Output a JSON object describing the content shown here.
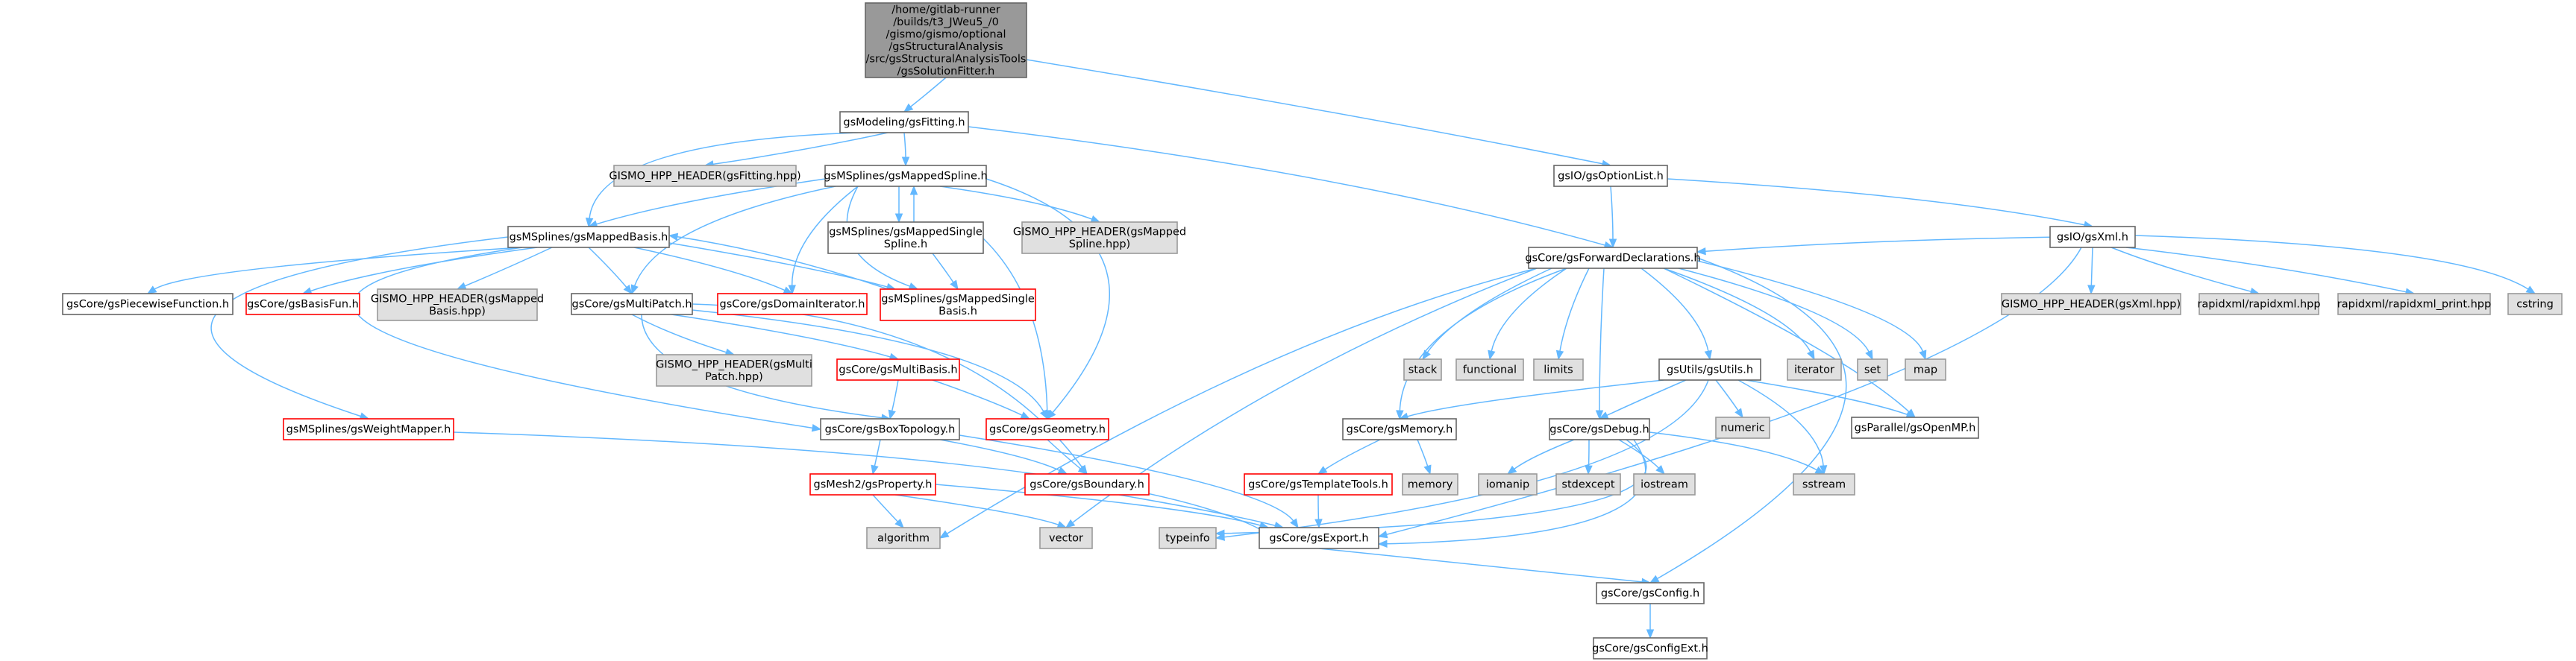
{
  "colors": {
    "edge": "#63b8ff",
    "normal_fill": "#ffffff",
    "normal_stroke": "#666666",
    "external_fill": "#e0e0e0",
    "external_stroke": "#999999",
    "truncated_stroke": "#ff0000",
    "root_fill": "#999999",
    "root_stroke": "#666666",
    "text": "#000000"
  },
  "nodes": [
    {
      "id": "root",
      "kind": "root",
      "lines": [
        "/home/gitlab-runner",
        "/builds/t3_JWeu5_/0",
        "/gismo/gismo/optional",
        "/gsStructuralAnalysis",
        "/src/gsStructuralAnalysisTools",
        "/gsSolutionFitter.h"
      ]
    },
    {
      "id": "fitting",
      "kind": "normal",
      "lines": [
        "gsModeling/gsFitting.h"
      ]
    },
    {
      "id": "optionlist",
      "kind": "normal",
      "lines": [
        "gsIO/gsOptionList.h"
      ]
    },
    {
      "id": "fitting_hpp",
      "kind": "external",
      "lines": [
        "GISMO_HPP_HEADER(gsFitting.hpp)"
      ]
    },
    {
      "id": "mappedspline",
      "kind": "normal",
      "lines": [
        "gsMSplines/gsMappedSpline.h"
      ]
    },
    {
      "id": "gsxml",
      "kind": "normal",
      "lines": [
        "gsIO/gsXml.h"
      ]
    },
    {
      "id": "mappedbasis",
      "kind": "normal",
      "lines": [
        "gsMSplines/gsMappedBasis.h"
      ]
    },
    {
      "id": "mappedsinglespline",
      "kind": "normal",
      "lines": [
        "gsMSplines/gsMappedSingle",
        "Spline.h"
      ]
    },
    {
      "id": "mappedspline_hpp",
      "kind": "external",
      "lines": [
        "GISMO_HPP_HEADER(gsMapped",
        "Spline.hpp)"
      ]
    },
    {
      "id": "fwddecl",
      "kind": "normal",
      "lines": [
        "gsCore/gsForwardDeclarations.h"
      ]
    },
    {
      "id": "xml_hpp",
      "kind": "external",
      "lines": [
        "GISMO_HPP_HEADER(gsXml.hpp)"
      ]
    },
    {
      "id": "rapidxml",
      "kind": "external",
      "lines": [
        "rapidxml/rapidxml.hpp"
      ]
    },
    {
      "id": "rapidxml_print",
      "kind": "external",
      "lines": [
        "rapidxml/rapidxml_print.hpp"
      ]
    },
    {
      "id": "cstring",
      "kind": "external",
      "lines": [
        "cstring"
      ]
    },
    {
      "id": "piecewise",
      "kind": "normal",
      "lines": [
        "gsCore/gsPiecewiseFunction.h"
      ]
    },
    {
      "id": "basisfun",
      "kind": "truncated",
      "lines": [
        "gsCore/gsBasisFun.h"
      ]
    },
    {
      "id": "mappedbasis_hpp",
      "kind": "external",
      "lines": [
        "GISMO_HPP_HEADER(gsMapped",
        "Basis.hpp)"
      ]
    },
    {
      "id": "multipatch",
      "kind": "normal",
      "lines": [
        "gsCore/gsMultiPatch.h"
      ]
    },
    {
      "id": "domainiter",
      "kind": "truncated",
      "lines": [
        "gsCore/gsDomainIterator.h"
      ]
    },
    {
      "id": "mappedsinglebasis",
      "kind": "truncated",
      "lines": [
        "gsMSplines/gsMappedSingle",
        "Basis.h"
      ]
    },
    {
      "id": "stack",
      "kind": "external",
      "lines": [
        "stack"
      ]
    },
    {
      "id": "functional",
      "kind": "external",
      "lines": [
        "functional"
      ]
    },
    {
      "id": "limits",
      "kind": "external",
      "lines": [
        "limits"
      ]
    },
    {
      "id": "gsutils",
      "kind": "normal",
      "lines": [
        "gsUtils/gsUtils.h"
      ]
    },
    {
      "id": "iterator",
      "kind": "external",
      "lines": [
        "iterator"
      ]
    },
    {
      "id": "set",
      "kind": "external",
      "lines": [
        "set"
      ]
    },
    {
      "id": "map",
      "kind": "external",
      "lines": [
        "map"
      ]
    },
    {
      "id": "multipatch_hpp",
      "kind": "external",
      "lines": [
        "GISMO_HPP_HEADER(gsMulti",
        "Patch.hpp)"
      ]
    },
    {
      "id": "multibasis",
      "kind": "truncated",
      "lines": [
        "gsCore/gsMultiBasis.h"
      ]
    },
    {
      "id": "numeric",
      "kind": "external",
      "lines": [
        "numeric"
      ]
    },
    {
      "id": "openmp",
      "kind": "normal",
      "lines": [
        "gsParallel/gsOpenMP.h"
      ]
    },
    {
      "id": "weightmapper",
      "kind": "truncated",
      "lines": [
        "gsMSplines/gsWeightMapper.h"
      ]
    },
    {
      "id": "boxtopology",
      "kind": "normal",
      "lines": [
        "gsCore/gsBoxTopology.h"
      ]
    },
    {
      "id": "geometry",
      "kind": "truncated",
      "lines": [
        "gsCore/gsGeometry.h"
      ]
    },
    {
      "id": "memory_h",
      "kind": "normal",
      "lines": [
        "gsCore/gsMemory.h"
      ]
    },
    {
      "id": "debug",
      "kind": "normal",
      "lines": [
        "gsCore/gsDebug.h"
      ]
    },
    {
      "id": "property",
      "kind": "truncated",
      "lines": [
        "gsMesh2/gsProperty.h"
      ]
    },
    {
      "id": "boundary",
      "kind": "truncated",
      "lines": [
        "gsCore/gsBoundary.h"
      ]
    },
    {
      "id": "templatetools",
      "kind": "truncated",
      "lines": [
        "gsCore/gsTemplateTools.h"
      ]
    },
    {
      "id": "memory",
      "kind": "external",
      "lines": [
        "memory"
      ]
    },
    {
      "id": "iomanip",
      "kind": "external",
      "lines": [
        "iomanip"
      ]
    },
    {
      "id": "stdexcept",
      "kind": "external",
      "lines": [
        "stdexcept"
      ]
    },
    {
      "id": "iostream",
      "kind": "external",
      "lines": [
        "iostream"
      ]
    },
    {
      "id": "sstream",
      "kind": "external",
      "lines": [
        "sstream"
      ]
    },
    {
      "id": "algorithm",
      "kind": "external",
      "lines": [
        "algorithm"
      ]
    },
    {
      "id": "vector",
      "kind": "external",
      "lines": [
        "vector"
      ]
    },
    {
      "id": "typeinfo",
      "kind": "external",
      "lines": [
        "typeinfo"
      ]
    },
    {
      "id": "export",
      "kind": "normal",
      "lines": [
        "gsCore/gsExport.h"
      ]
    },
    {
      "id": "config",
      "kind": "normal",
      "lines": [
        "gsCore/gsConfig.h"
      ]
    },
    {
      "id": "configext",
      "kind": "normal",
      "lines": [
        "gsCore/gsConfigExt.h"
      ]
    }
  ],
  "edges": [
    [
      "root",
      "fitting"
    ],
    [
      "root",
      "optionlist"
    ],
    [
      "fitting",
      "fitting_hpp"
    ],
    [
      "fitting",
      "mappedspline"
    ],
    [
      "fitting",
      "mappedbasis"
    ],
    [
      "fitting",
      "fwddecl"
    ],
    [
      "optionlist",
      "fwddecl"
    ],
    [
      "optionlist",
      "gsxml"
    ],
    [
      "gsxml",
      "fwddecl"
    ],
    [
      "gsxml",
      "xml_hpp"
    ],
    [
      "gsxml",
      "rapidxml"
    ],
    [
      "gsxml",
      "rapidxml_print"
    ],
    [
      "gsxml",
      "cstring"
    ],
    [
      "gsxml",
      "export"
    ],
    [
      "mappedspline",
      "mappedbasis"
    ],
    [
      "mappedspline",
      "mappedsinglespline"
    ],
    [
      "mappedspline",
      "mappedspline_hpp"
    ],
    [
      "mappedspline",
      "multipatch"
    ],
    [
      "mappedspline",
      "domainiter"
    ],
    [
      "mappedspline",
      "mappedsinglebasis"
    ],
    [
      "mappedspline",
      "geometry"
    ],
    [
      "mappedsinglespline",
      "mappedspline"
    ],
    [
      "mappedsinglespline",
      "mappedsinglebasis"
    ],
    [
      "mappedsinglespline",
      "geometry"
    ],
    [
      "mappedbasis",
      "piecewise"
    ],
    [
      "mappedbasis",
      "basisfun"
    ],
    [
      "mappedbasis",
      "mappedbasis_hpp"
    ],
    [
      "mappedbasis",
      "multipatch"
    ],
    [
      "mappedbasis",
      "domainiter"
    ],
    [
      "mappedbasis",
      "mappedsinglebasis"
    ],
    [
      "mappedbasis",
      "weightmapper"
    ],
    [
      "mappedbasis",
      "boxtopology"
    ],
    [
      "mappedsinglebasis",
      "mappedbasis"
    ],
    [
      "multipatch",
      "multipatch_hpp"
    ],
    [
      "multipatch",
      "multibasis"
    ],
    [
      "multipatch",
      "geometry"
    ],
    [
      "multipatch",
      "boxtopology"
    ],
    [
      "multipatch",
      "boundary"
    ],
    [
      "multibasis",
      "geometry"
    ],
    [
      "multibasis",
      "boxtopology"
    ],
    [
      "geometry",
      "boundary"
    ],
    [
      "boxtopology",
      "property"
    ],
    [
      "boxtopology",
      "boundary"
    ],
    [
      "boxtopology",
      "export"
    ],
    [
      "property",
      "algorithm"
    ],
    [
      "property",
      "vector"
    ],
    [
      "property",
      "export"
    ],
    [
      "boundary",
      "export"
    ],
    [
      "weightmapper",
      "export"
    ],
    [
      "fwddecl",
      "stack"
    ],
    [
      "fwddecl",
      "functional"
    ],
    [
      "fwddecl",
      "limits"
    ],
    [
      "fwddecl",
      "gsutils"
    ],
    [
      "fwddecl",
      "iterator"
    ],
    [
      "fwddecl",
      "set"
    ],
    [
      "fwddecl",
      "map"
    ],
    [
      "fwddecl",
      "memory_h"
    ],
    [
      "fwddecl",
      "debug"
    ],
    [
      "fwddecl",
      "openmp"
    ],
    [
      "fwddecl",
      "algorithm"
    ],
    [
      "fwddecl",
      "vector"
    ],
    [
      "fwddecl",
      "config"
    ],
    [
      "gsutils",
      "memory_h"
    ],
    [
      "gsutils",
      "debug"
    ],
    [
      "gsutils",
      "numeric"
    ],
    [
      "gsutils",
      "openmp"
    ],
    [
      "gsutils",
      "sstream"
    ],
    [
      "gsutils",
      "typeinfo"
    ],
    [
      "memory_h",
      "templatetools"
    ],
    [
      "memory_h",
      "memory"
    ],
    [
      "templatetools",
      "export"
    ],
    [
      "debug",
      "iomanip"
    ],
    [
      "debug",
      "stdexcept"
    ],
    [
      "debug",
      "iostream"
    ],
    [
      "debug",
      "sstream"
    ],
    [
      "debug",
      "typeinfo"
    ],
    [
      "debug",
      "export"
    ],
    [
      "export",
      "config"
    ],
    [
      "config",
      "configext"
    ]
  ]
}
